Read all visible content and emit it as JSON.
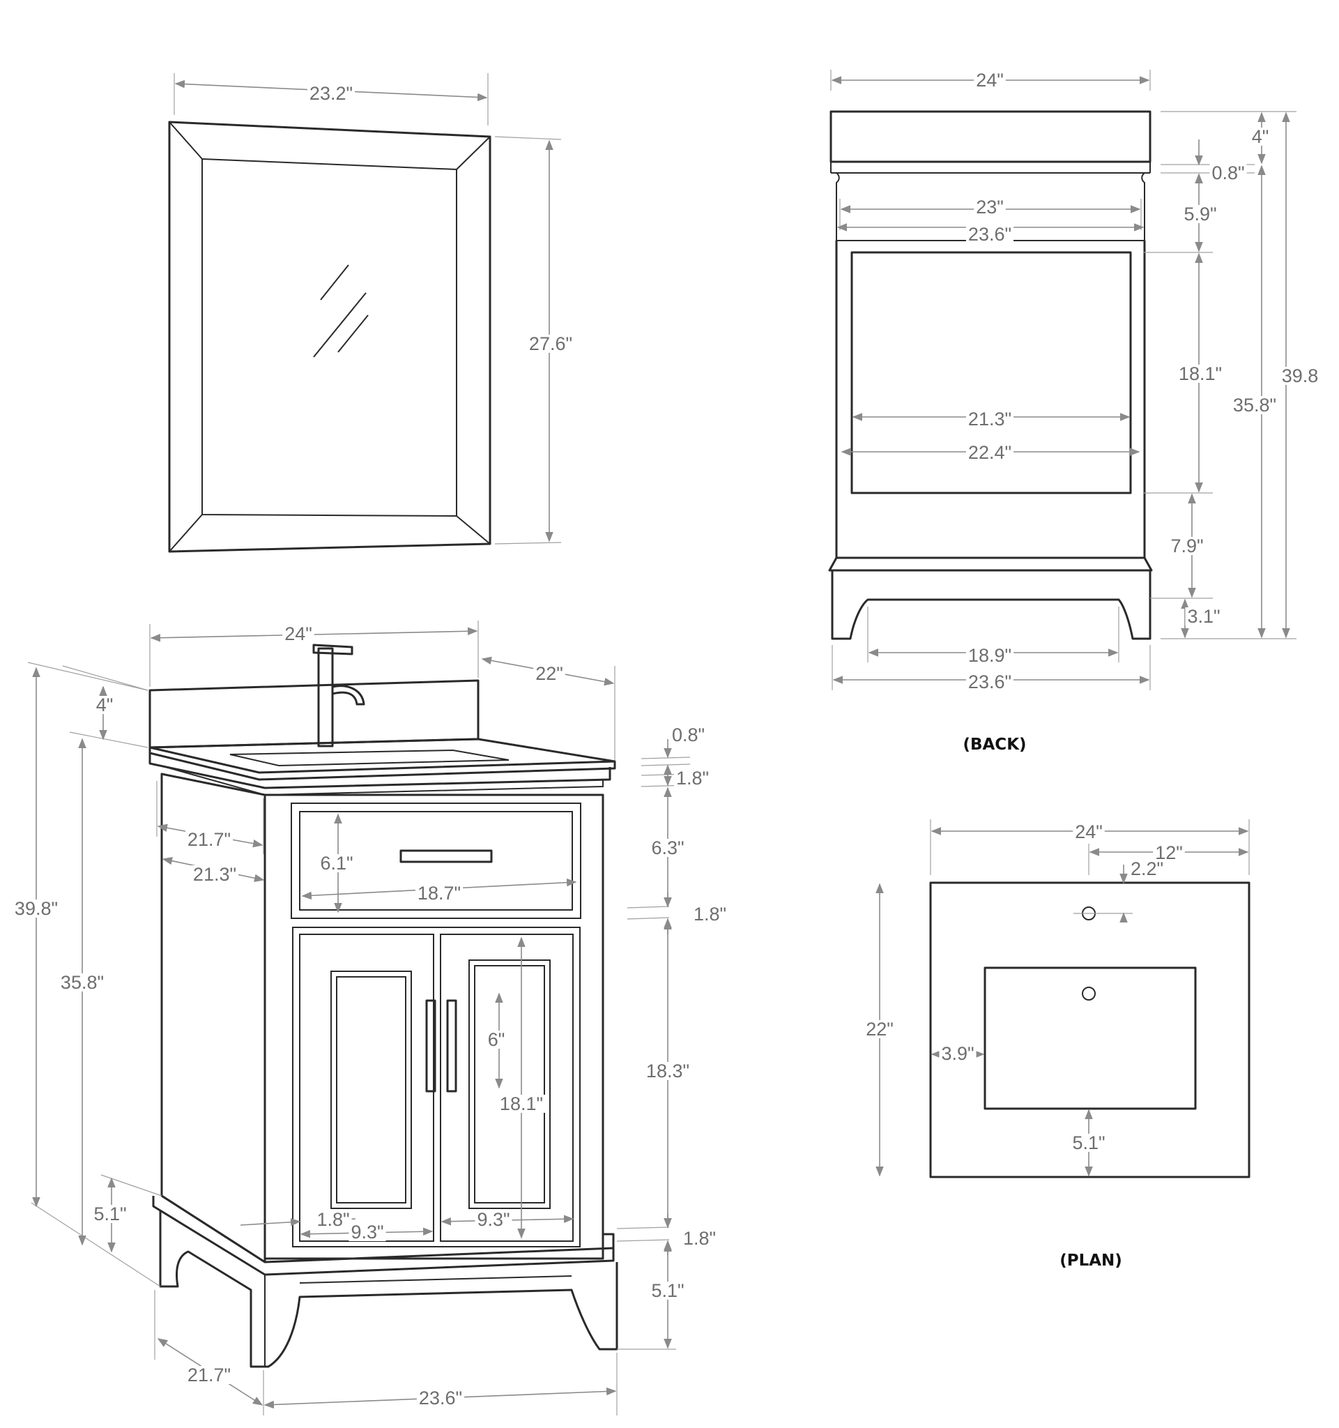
{
  "mirror": {
    "width": "23.2\"",
    "height": "27.6\""
  },
  "back_view": {
    "caption": "(BACK)",
    "top_width": "24\"",
    "top_height": "4\"",
    "gap": "0.8\"",
    "inner_width": "23\"",
    "body_width": "23.6\"",
    "rail": "5.9\"",
    "opening_height": "18.1\"",
    "opening_inner": "21.3\"",
    "opening_outer": "22.4\"",
    "total_height_a": "39.8",
    "total_height_b": "35.8\"",
    "lower_rail": "7.9\"",
    "base_height": "3.1\"",
    "legs_inner": "18.9\"",
    "legs_outer": "23.6\""
  },
  "front_view": {
    "top_width": "24\"",
    "top_depth": "22\"",
    "backsplash": "4\"",
    "top_edge": "0.8\"",
    "molding": "1.8\"",
    "side_depth_a": "21.7\"",
    "side_depth_b": "21.3\"",
    "drawer_height": "6.1\"",
    "drawer_width": "18.7\"",
    "drawer_zone": "6.3\"",
    "rail_mid": "1.8\"",
    "total_height": "39.8\"",
    "body_height": "35.8\"",
    "handle": "6\"",
    "door_zone": "18.3\"",
    "panel_height": "18.1\"",
    "stile": "1.8\"",
    "door_width_left": "9.3\"",
    "door_width_right": "9.3\"",
    "lower_molding": "1.8\"",
    "base_left": "5.1\"",
    "base_right": "5.1\"",
    "base_depth": "21.7\"",
    "base_width": "23.6\""
  },
  "plan_view": {
    "caption": "(PLAN)",
    "width": "24\"",
    "half": "12\"",
    "faucet_offset": "2.2\"",
    "depth": "22\"",
    "side_offset": "3.9\"",
    "front_offset": "5.1\""
  },
  "colors": {
    "line": "#2a2a2a",
    "dimension": "#8a8a8a",
    "label": "#6e6e6e"
  }
}
